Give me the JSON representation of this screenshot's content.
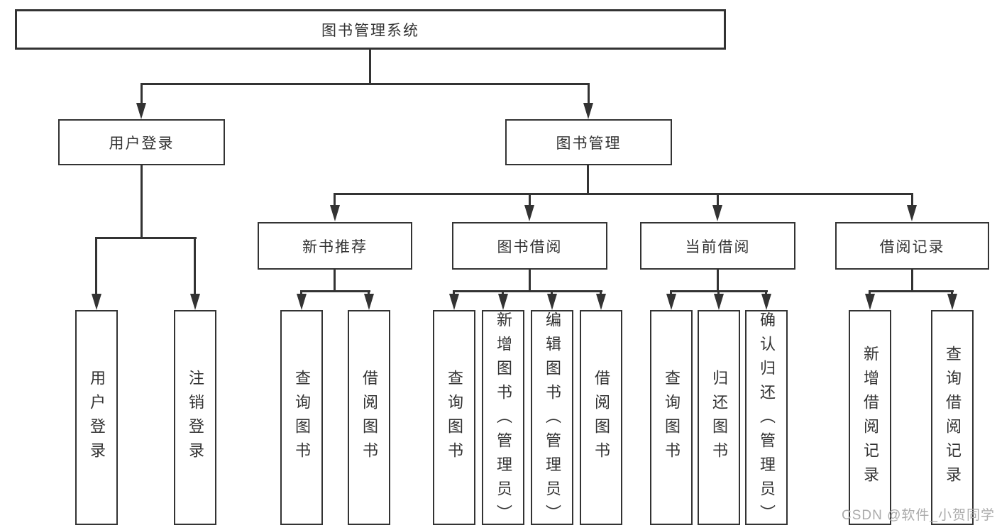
{
  "diagram_title": "图书管理系统",
  "nodes": {
    "root": "图书管理系统",
    "level2": [
      "用户登录",
      "图书管理"
    ],
    "level3": [
      "新书推荐",
      "图书借阅",
      "当前借阅",
      "借阅记录"
    ],
    "leaves": [
      "用户登录",
      "注销登录",
      "查询图书",
      "借阅图书",
      "查询图书",
      "新增图书（管理员）",
      "编辑图书（管理员）",
      "借阅图书",
      "查询图书",
      "归还图书",
      "确认归还（管理员）",
      "新增借阅记录",
      "查询借阅记录"
    ]
  },
  "structure": {
    "图书管理系统": [
      "用户登录",
      "图书管理"
    ],
    "用户登录": [
      "用户登录",
      "注销登录"
    ],
    "图书管理": [
      "新书推荐",
      "图书借阅",
      "当前借阅",
      "借阅记录"
    ],
    "新书推荐": [
      "查询图书",
      "借阅图书"
    ],
    "图书借阅": [
      "查询图书",
      "新增图书（管理员）",
      "编辑图书（管理员）",
      "借阅图书"
    ],
    "当前借阅": [
      "查询图书",
      "归还图书",
      "确认归还（管理员）"
    ],
    "借阅记录": [
      "新增借阅记录",
      "查询借阅记录"
    ]
  },
  "watermark": "CSDN @软件_小贺同学",
  "colors": {
    "line": "#333333",
    "text": "#333333",
    "box_background": "#ffffff",
    "watermark": "#ababab",
    "page_background": "#ffffff"
  }
}
